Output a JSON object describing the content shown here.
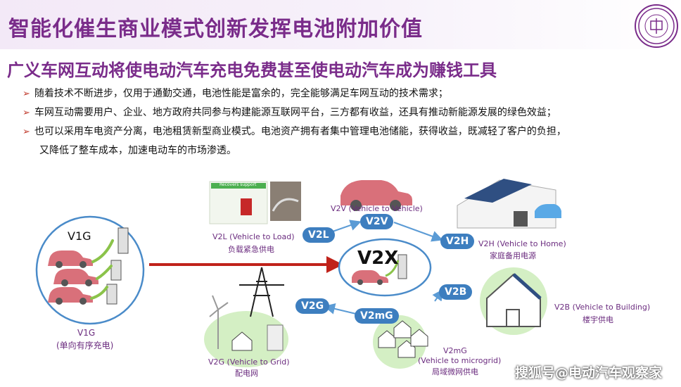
{
  "header": {
    "title": "智能化催生商业模式创新发挥电池附加价值",
    "subtitle": "广义车网互动将使电动汽车充电免费甚至使电动汽车成为赚钱工具"
  },
  "bullets": [
    "随着技术不断进步，仅用于通勤交通，电池性能是富余的，完全能够满足车网互动的技术需求；",
    "车网互动需要用户、企业、地方政府共同参与构建能源互联网平台，三方都有收益，还具有推动新能源发展的绿色效益；",
    "也可以采用车电资产分离，电池租赁新型商业模式。电池资产拥有者集中管理电池储能，获得收益，既减轻了客户的负担，",
    "又降低了整车成本，加速电动车的市场渗透。"
  ],
  "diagram": {
    "center": "V2X",
    "v1g_title": "V1G",
    "v1g_label": "V1G",
    "v1g_cn": "(单向有序充电)",
    "v2l_pill": "V2L",
    "v2l_label": "V2L (Vehicle to Load)",
    "v2l_cn": "负载紧急供电",
    "v2v_pill": "V2V",
    "v2v_label": "V2V (Vehicle to Vehicle)",
    "v2h_pill": "V2H",
    "v2h_label": "V2H (Vehicle to Home)",
    "v2h_cn": "家庭备用电源",
    "v2b_pill": "V2B",
    "v2b_label": "V2B (Vehicle to Building)",
    "v2b_cn": "楼宇供电",
    "v2g_pill": "V2G",
    "v2g_label": "V2G (Vehicle to Grid)",
    "v2g_cn": "配电网",
    "v2mg_pill": "V2mG",
    "v2mg_label": "V2mG",
    "v2mg_label2": "(Vehicle to microgrid)",
    "v2mg_cn": "局域微网供电",
    "load_box_title": "Recovers support"
  },
  "watermark": "搜狐号@电动汽车观察家",
  "colors": {
    "accent_purple": "#7a2c8a",
    "pill_blue": "#3d7ebf",
    "car_red": "#d9707a",
    "cable_green": "#8bc34a",
    "arrow_red": "#c0221a"
  }
}
